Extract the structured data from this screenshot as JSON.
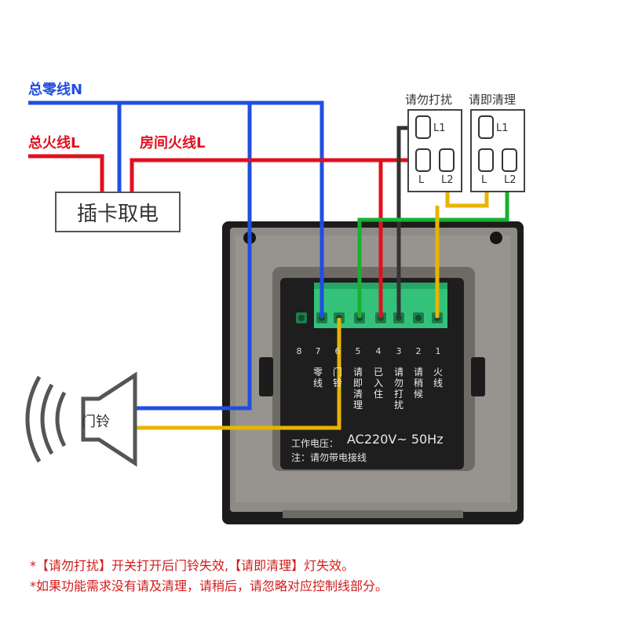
{
  "labels": {
    "neutral": "总零线N",
    "live": "总火线L",
    "room_live": "房间火线L",
    "card_power": "插卡取电",
    "bell": "门铃"
  },
  "switches": [
    {
      "title": "请勿打扰",
      "terms": [
        "L1",
        "L",
        "L2"
      ]
    },
    {
      "title": "请即清理",
      "terms": [
        "L1",
        "L",
        "L2"
      ]
    }
  ],
  "terminal_block": {
    "columns": [
      {
        "num": "8",
        "text": ""
      },
      {
        "num": "7",
        "text": "零线"
      },
      {
        "num": "6",
        "text": "门铃"
      },
      {
        "num": "5",
        "text": "请即清理"
      },
      {
        "num": "4",
        "text": "已入住"
      },
      {
        "num": "3",
        "text": "请勿打扰"
      },
      {
        "num": "2",
        "text": "请稍候"
      },
      {
        "num": "1",
        "text": "火线"
      }
    ],
    "voltage_label": "工作电压：",
    "voltage_value": "AC220V~ 50Hz",
    "warning": "注：请勿带电接线"
  },
  "notes": [
    "*【请勿打扰】开关打开后门铃失效,【请即清理】灯失效。",
    "*如果功能需求没有请及清理，请稍后，请忽略对应控制线部分。"
  ],
  "colors": {
    "neutral": "#1f4fe0",
    "live": "#e0101f",
    "green": "#18b030",
    "yellow": "#e8b400",
    "black": "#333333"
  }
}
